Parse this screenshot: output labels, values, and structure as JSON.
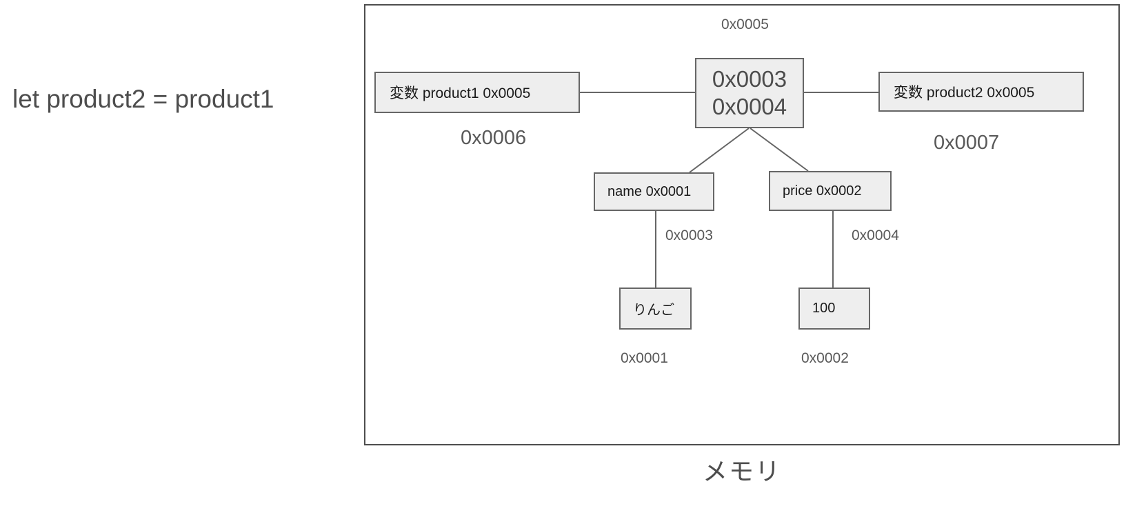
{
  "code": {
    "statement": "let product2 = product1"
  },
  "memory": {
    "caption": "メモリ",
    "nodes": {
      "variable_product1": {
        "text": "変数 product1 0x0005",
        "address": "0x0006"
      },
      "variable_product2": {
        "text": "変数 product2 0x0005",
        "address": "0x0007"
      },
      "object": {
        "text": "0x0003\n0x0004",
        "address": "0x0005"
      },
      "property_name": {
        "text": "name 0x0001",
        "address": "0x0003"
      },
      "property_price": {
        "text": "price 0x0002",
        "address": "0x0004"
      },
      "value_name": {
        "text": "りんご",
        "address": "0x0001"
      },
      "value_price": {
        "text": "100",
        "address": "0x0002"
      }
    }
  },
  "colors": {
    "box_fill": "#eeeeee",
    "box_border": "#666666",
    "frame_border": "#4d4d4d",
    "text": "#1a1a1a",
    "label_text": "#595959"
  }
}
